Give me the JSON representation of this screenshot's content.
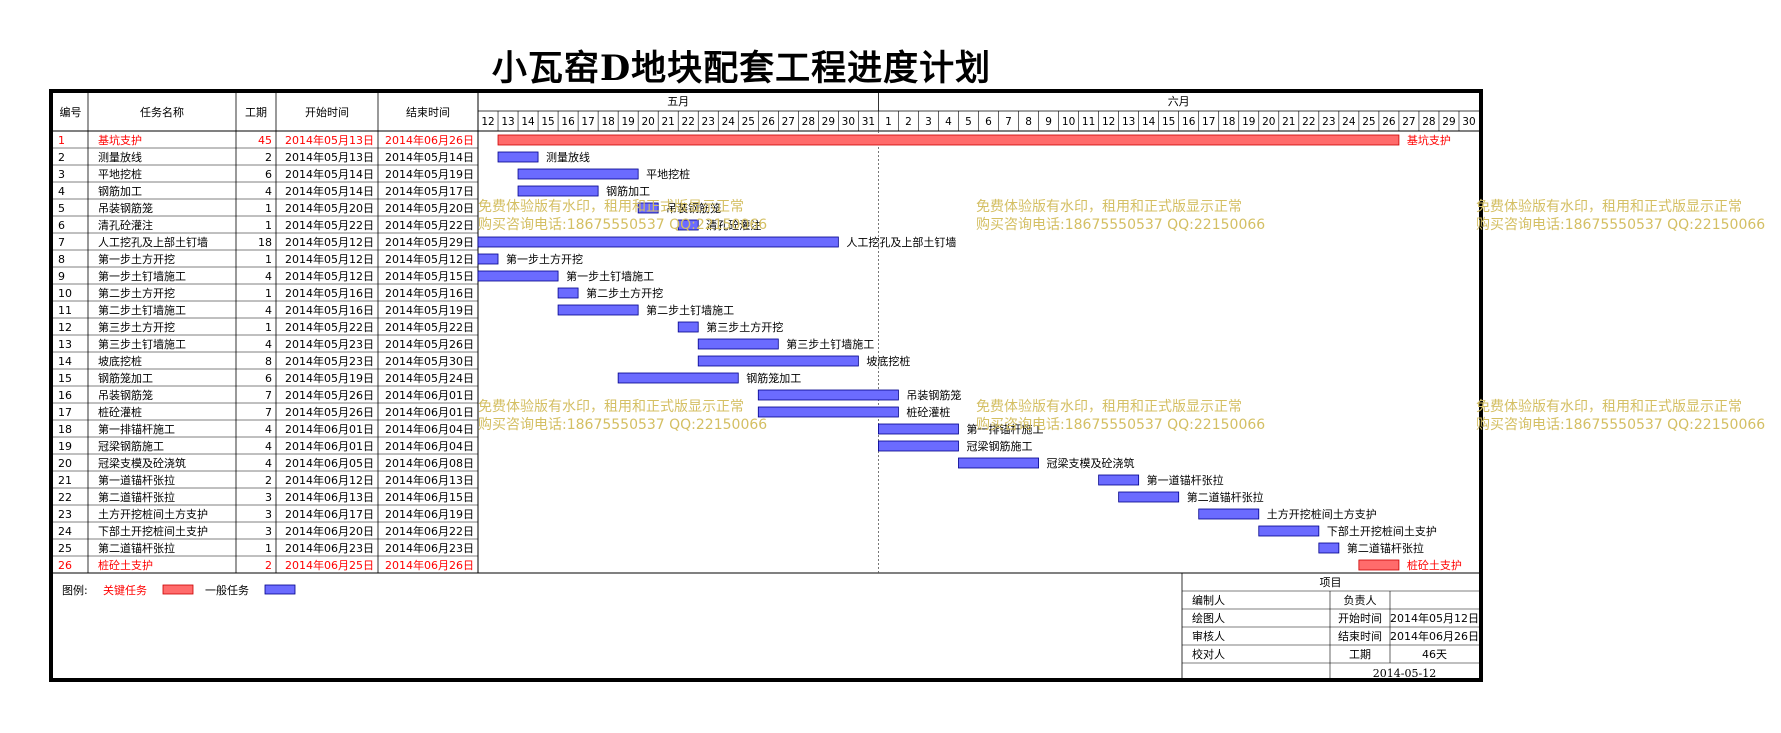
{
  "title": "小瓦窑D地块配套工程进度计划",
  "columns": {
    "id": "编号",
    "name": "任务名称",
    "duration": "工期",
    "start": "开始时间",
    "end": "结束时间"
  },
  "months": [
    {
      "label": "五月",
      "days": [
        "12",
        "13",
        "14",
        "15",
        "16",
        "17",
        "18",
        "19",
        "20",
        "21",
        "22",
        "23",
        "24",
        "25",
        "26",
        "27",
        "28",
        "29",
        "30",
        "31"
      ]
    },
    {
      "label": "六月",
      "days": [
        "1",
        "2",
        "3",
        "4",
        "5",
        "6",
        "7",
        "8",
        "9",
        "10",
        "11",
        "12",
        "13",
        "14",
        "15",
        "16",
        "17",
        "18",
        "19",
        "20",
        "21",
        "22",
        "23",
        "24",
        "25",
        "26",
        "27",
        "28",
        "29",
        "30"
      ]
    }
  ],
  "colors": {
    "critical": "#ff6b6b",
    "normal": "#6b6bff",
    "critical_text": "#ff0000",
    "watermark": "#d4bf63"
  },
  "chart_data": {
    "type": "gantt",
    "date_range": [
      "2014-05-12",
      "2014-06-30"
    ],
    "tasks": [
      {
        "id": "1",
        "name": "基坑支护",
        "duration": "45",
        "start": "2014年05月13日",
        "end": "2014年06月26日",
        "critical": true
      },
      {
        "id": "2",
        "name": "测量放线",
        "duration": "2",
        "start": "2014年05月13日",
        "end": "2014年05月14日",
        "critical": false
      },
      {
        "id": "3",
        "name": "平地挖桩",
        "duration": "6",
        "start": "2014年05月14日",
        "end": "2014年05月19日",
        "critical": false
      },
      {
        "id": "4",
        "name": "钢筋加工",
        "duration": "4",
        "start": "2014年05月14日",
        "end": "2014年05月17日",
        "critical": false
      },
      {
        "id": "5",
        "name": "吊装钢筋笼",
        "duration": "1",
        "start": "2014年05月20日",
        "end": "2014年05月20日",
        "critical": false
      },
      {
        "id": "6",
        "name": "清孔砼灌注",
        "duration": "1",
        "start": "2014年05月22日",
        "end": "2014年05月22日",
        "critical": false
      },
      {
        "id": "7",
        "name": "人工挖孔及上部土钉墙",
        "duration": "18",
        "start": "2014年05月12日",
        "end": "2014年05月29日",
        "critical": false
      },
      {
        "id": "8",
        "name": "第一步土方开挖",
        "duration": "1",
        "start": "2014年05月12日",
        "end": "2014年05月12日",
        "critical": false
      },
      {
        "id": "9",
        "name": "第一步土钉墙施工",
        "duration": "4",
        "start": "2014年05月12日",
        "end": "2014年05月15日",
        "critical": false
      },
      {
        "id": "10",
        "name": "第二步土方开挖",
        "duration": "1",
        "start": "2014年05月16日",
        "end": "2014年05月16日",
        "critical": false
      },
      {
        "id": "11",
        "name": "第二步土钉墙施工",
        "duration": "4",
        "start": "2014年05月16日",
        "end": "2014年05月19日",
        "critical": false
      },
      {
        "id": "12",
        "name": "第三步土方开挖",
        "duration": "1",
        "start": "2014年05月22日",
        "end": "2014年05月22日",
        "critical": false
      },
      {
        "id": "13",
        "name": "第三步土钉墙施工",
        "duration": "4",
        "start": "2014年05月23日",
        "end": "2014年05月26日",
        "critical": false
      },
      {
        "id": "14",
        "name": "坡底挖桩",
        "duration": "8",
        "start": "2014年05月23日",
        "end": "2014年05月30日",
        "critical": false
      },
      {
        "id": "15",
        "name": "钢筋笼加工",
        "duration": "6",
        "start": "2014年05月19日",
        "end": "2014年05月24日",
        "critical": false
      },
      {
        "id": "16",
        "name": "吊装钢筋笼",
        "duration": "7",
        "start": "2014年05月26日",
        "end": "2014年06月01日",
        "critical": false
      },
      {
        "id": "17",
        "name": "桩砼灌桩",
        "duration": "7",
        "start": "2014年05月26日",
        "end": "2014年06月01日",
        "critical": false
      },
      {
        "id": "18",
        "name": "第一排锚杆施工",
        "duration": "4",
        "start": "2014年06月01日",
        "end": "2014年06月04日",
        "critical": false
      },
      {
        "id": "19",
        "name": "冠梁钢筋施工",
        "duration": "4",
        "start": "2014年06月01日",
        "end": "2014年06月04日",
        "critical": false
      },
      {
        "id": "20",
        "name": "冠梁支模及砼浇筑",
        "duration": "4",
        "start": "2014年06月05日",
        "end": "2014年06月08日",
        "critical": false
      },
      {
        "id": "21",
        "name": "第一道锚杆张拉",
        "duration": "2",
        "start": "2014年06月12日",
        "end": "2014年06月13日",
        "critical": false
      },
      {
        "id": "22",
        "name": "第二道锚杆张拉",
        "duration": "3",
        "start": "2014年06月13日",
        "end": "2014年06月15日",
        "critical": false
      },
      {
        "id": "23",
        "name": "土方开挖桩间土方支护",
        "duration": "3",
        "start": "2014年06月17日",
        "end": "2014年06月19日",
        "critical": false
      },
      {
        "id": "24",
        "name": "下部土开挖桩间土支护",
        "duration": "3",
        "start": "2014年06月20日",
        "end": "2014年06月22日",
        "critical": false
      },
      {
        "id": "25",
        "name": "第二道锚杆张拉",
        "duration": "1",
        "start": "2014年06月23日",
        "end": "2014年06月23日",
        "critical": false
      },
      {
        "id": "26",
        "name": "桩砼土支护",
        "duration": "2",
        "start": "2014年06月25日",
        "end": "2014年06月26日",
        "critical": true
      }
    ]
  },
  "legend": {
    "label": "图例:",
    "critical": "关键任务",
    "normal": "一般任务"
  },
  "info": {
    "header": "项目",
    "rows": [
      {
        "left": "编制人",
        "mid": "负责人",
        "right": ""
      },
      {
        "left": "绘图人",
        "mid": "开始时间",
        "right": "2014年05月12日"
      },
      {
        "left": "审核人",
        "mid": "结束时间",
        "right": "2014年06月26日"
      },
      {
        "left": "校对人",
        "mid": "工期",
        "right": "46天"
      }
    ],
    "date": "2014-05-12"
  },
  "watermark": {
    "line1": "免费体验版有水印，租用和正式版显示正常",
    "line2": "购买咨询电话:18675550537 QQ:22150066"
  }
}
